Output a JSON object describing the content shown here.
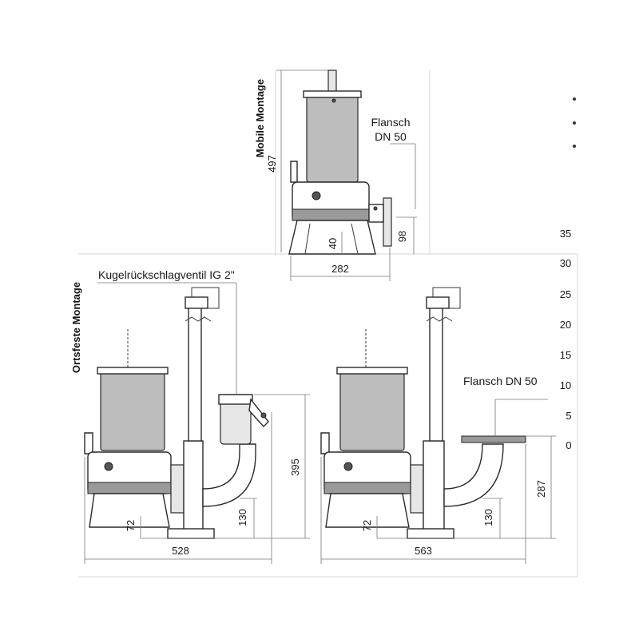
{
  "mobile": {
    "title": "Mobile Montage",
    "height": "497",
    "width": "282",
    "flange_line1": "Flansch",
    "flange_line2": "DN 50",
    "outlet_height": "98",
    "base_height": "40"
  },
  "fixed": {
    "title": "Ortsfeste Montage",
    "valve_label": "Kugelrückschlagventil IG 2\"",
    "left": {
      "width": "528",
      "height": "395",
      "pipe_height": "130",
      "base_height": "72"
    },
    "right": {
      "width": "563",
      "height": "287",
      "pipe_height": "130",
      "base_height": "72",
      "flange_label": "Flansch DN 50"
    }
  },
  "side_axis_ticks": [
    "35",
    "30",
    "25",
    "20",
    "15",
    "10",
    "5",
    "0"
  ],
  "bullets": 3,
  "colors": {
    "motor": "#bdbdbd",
    "line": "#2a2a2a",
    "dimension": "#777777"
  }
}
